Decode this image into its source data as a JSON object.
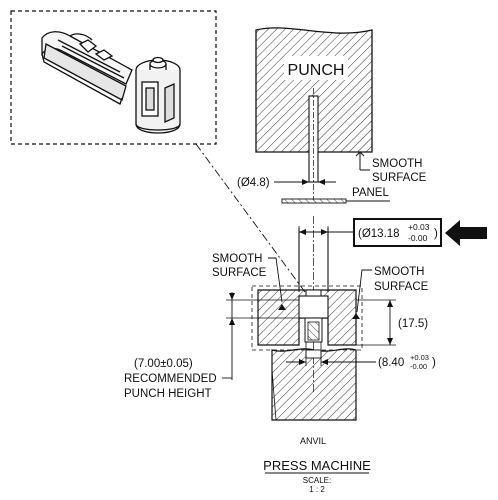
{
  "labels": {
    "punch": "PUNCH",
    "smooth_surface_top_line1": "SMOOTH",
    "smooth_surface_top_line2": "SURFACE",
    "dia_48": "(Ø4.8)",
    "panel": "PANEL",
    "dia_1318_main": "(Ø13.18",
    "dia_1318_tol_plus": "+0.03",
    "dia_1318_tol_minus": "-0.00",
    "dia_1318_close": ")",
    "smooth_surface_left_line1": "SMOOTH",
    "smooth_surface_left_line2": "SURFACE",
    "smooth_surface_right_line1": "SMOOTH",
    "smooth_surface_right_line2": "SURFACE",
    "dim_175": "(17.5)",
    "dim_700": "(7.00±0.05)",
    "recommended_line1": "RECOMMENDED",
    "recommended_line2": "PUNCH HEIGHT",
    "dim_840_main": "(8.40",
    "dim_840_tol_plus": "+0.03",
    "dim_840_tol_minus": "-0.00",
    "dim_840_close": ")",
    "anvil": "ANVIL",
    "title": "PRESS MACHINE",
    "scale_label": "SCALE:",
    "scale_value": "1 : 2"
  },
  "colors": {
    "line": "#111111",
    "hatch": "#333333",
    "background": "#ffffff"
  }
}
